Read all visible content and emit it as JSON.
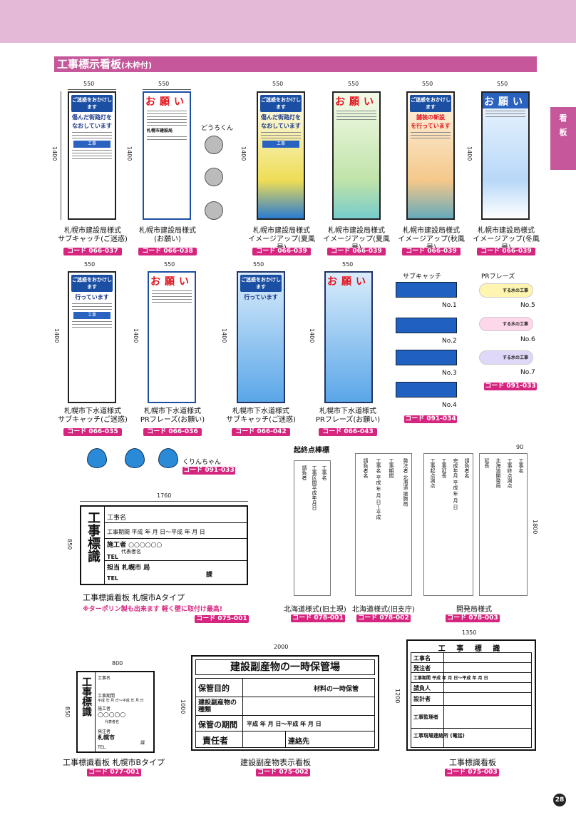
{
  "header": {
    "section_title": "工事標示看板",
    "section_title_sub": "(木枠付)"
  },
  "side_tab": {
    "line1": "看",
    "line2": "板"
  },
  "page_number": "28",
  "dims": {
    "w550": "550",
    "h1400": "1400",
    "w1760": "1760",
    "h850": "850",
    "w90": "90",
    "h1800": "1800",
    "w800": "800",
    "w2000": "2000",
    "h1000": "1000",
    "w1350": "1350",
    "h1200": "1200"
  },
  "row1": [
    {
      "cap1": "札幌市建設局様式",
      "cap2": "サブキャッチ(ご迷惑)",
      "code": "コード 066-037"
    },
    {
      "cap1": "札幌市建設局様式",
      "cap2": "(お願い)",
      "code": "コード 066-038"
    },
    {
      "cap1": "札幌市建設局様式",
      "cap2": "イメージアップ(夏風景)",
      "code": "コード 066-039"
    },
    {
      "cap1": "札幌市建設局様式",
      "cap2": "イメージアップ(夏風景)",
      "code": "コード 066-039"
    },
    {
      "cap1": "札幌市建設局様式",
      "cap2": "イメージアップ(秋風景)",
      "code": "コード 066-039"
    },
    {
      "cap1": "札幌市建設局様式",
      "cap2": "イメージアップ(冬風景)",
      "code": "コード 066-039"
    }
  ],
  "row2": [
    {
      "cap1": "札幌市下水道様式",
      "cap2": "サブキャッチ(ご迷惑)",
      "code": "コード 066-035"
    },
    {
      "cap1": "札幌市下水道様式",
      "cap2": "PRフレーズ(お願い)",
      "code": "コード 066-036"
    },
    {
      "cap1": "札幌市下水道様式",
      "cap2": "サブキャッチ(ご迷惑)",
      "code": "コード 066-042"
    },
    {
      "cap1": "札幌市下水道様式",
      "cap2": "PRフレーズ(お願い)",
      "code": "コード 066-043"
    }
  ],
  "sign_text": {
    "apology": "ご迷惑をおかけします",
    "lights": "傷んだ街路灯を",
    "repair": "なおしています",
    "onegai": "お願い",
    "koji": "工事",
    "working": "行っています",
    "road": "舗装の新設",
    "road2": "を行っています",
    "sapporo": "札幌市建設局",
    "doro": "どうろくん"
  },
  "subcatch": {
    "title": "サブキャッチ",
    "items": [
      "No.1",
      "No.2",
      "No.3",
      "No.4"
    ],
    "code": "コード 091-034"
  },
  "prphrase": {
    "title": "PRフレーズ",
    "items": [
      "No.5",
      "No.6",
      "No.7"
    ],
    "code": "コード 091-033",
    "pill_text": "する水の工事"
  },
  "kurin": {
    "name": "くりんちゃん",
    "code": "コード 091-033"
  },
  "board_a": {
    "title_vertical": "工事標識",
    "rows": [
      "工事名",
      "工事期間  平成  年  月  日〜平成  年  月  日",
      "施工者 ○○○○○○",
      "代表者名",
      "TEL",
      "担当 札幌市                局",
      "課",
      "TEL"
    ],
    "cap": "工事標識看板  札幌市Aタイプ",
    "note": "※ターポリン製も出来ます  軽く壁に取付け最高!",
    "code": "コード 075-001"
  },
  "stakes": {
    "title": "起終点棒標",
    "cap1": "北海道様式(旧土現)",
    "code1": "コード 078-001",
    "cap2": "北海道様式(旧支庁)",
    "code2": "コード 078-002",
    "cap3": "開発局様式",
    "code3": "コード 078-003",
    "texts": [
      "工事名",
      "工事区間平成年月日",
      "請負者",
      "発注者 北海道",
      "工事名 平成 年 月 日〜平成",
      "請負者名",
      "工事期間",
      "発注者 北海道 振興局",
      "工事起点測点",
      "工事延長",
      "完成年月 平成 年 月 日",
      "請負者名",
      "延長",
      "北海道開発局",
      "工事終点測点",
      "開発建設部",
      "工事名"
    ]
  },
  "board_b": {
    "title_vertical": "工事標識",
    "rows": [
      "工事名",
      "工事期間",
      "平成 年 月 日〜平成 年 月 日",
      "施工者",
      "○○○○○",
      "代表者名",
      "発注者",
      "札幌市",
      "課",
      "TEL"
    ],
    "cap": "工事標識看板  札幌市Bタイプ",
    "code": "コード 077-001"
  },
  "byproduct": {
    "title": "建設副産物の一時保管場",
    "r1a": "保管目的",
    "r1b": "材料の一時保管",
    "r2a": "建設副産物の種類",
    "r3a": "保管の期間",
    "r3b": "平成  年  月  日〜平成  年  月  日",
    "r4a": "責任者",
    "r4b": "連絡先",
    "cap": "建設副産物表示看板",
    "code": "コード 075-002"
  },
  "board_std": {
    "title": "工 事 標 識",
    "rows": [
      "工事名",
      "発注者",
      "工事期間  平成 年 月 日〜平成 年 月 日",
      "請負人",
      "設計者",
      "工事監理者",
      "工事現場連絡所  (電話)"
    ],
    "cap": "工事標識看板",
    "code": "コード 075-003"
  },
  "colors": {
    "accent": "#c5579a",
    "code_bg": "#d6257f",
    "band": "#e4b9d8",
    "sign_blue": "#1b4fa3"
  }
}
